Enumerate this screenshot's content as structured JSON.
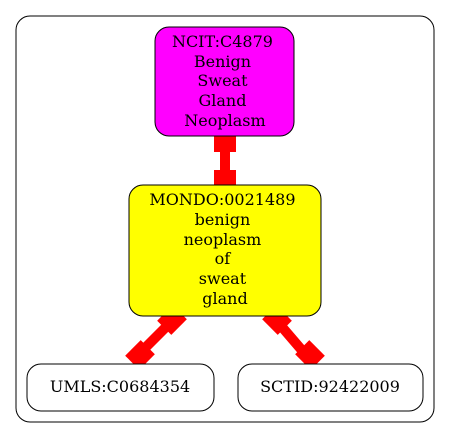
{
  "diagram": {
    "nodes": [
      {
        "id": "ncit",
        "label_lines": [
          "NCIT:C4879",
          "Benign",
          "Sweat",
          "Gland",
          "Neoplasm"
        ],
        "fill": "#ff00ff"
      },
      {
        "id": "mondo",
        "label_lines": [
          "MONDO:0021489",
          "benign",
          "neoplasm",
          "of",
          "sweat",
          "gland"
        ],
        "fill": "#ffff00"
      },
      {
        "id": "umls",
        "label_lines": [
          "UMLS:C0684354"
        ],
        "fill": "#ffffff"
      },
      {
        "id": "sctid",
        "label_lines": [
          "SCTID:92422009"
        ],
        "fill": "#ffffff"
      }
    ],
    "edges": [
      {
        "from": "ncit",
        "to": "mondo",
        "color": "#ff0000"
      },
      {
        "from": "mondo",
        "to": "umls",
        "color": "#ff0000"
      },
      {
        "from": "mondo",
        "to": "sctid",
        "color": "#ff0000"
      }
    ],
    "colors": {
      "edge": "#ff0000",
      "stroke": "#000000",
      "background": "#ffffff"
    }
  }
}
